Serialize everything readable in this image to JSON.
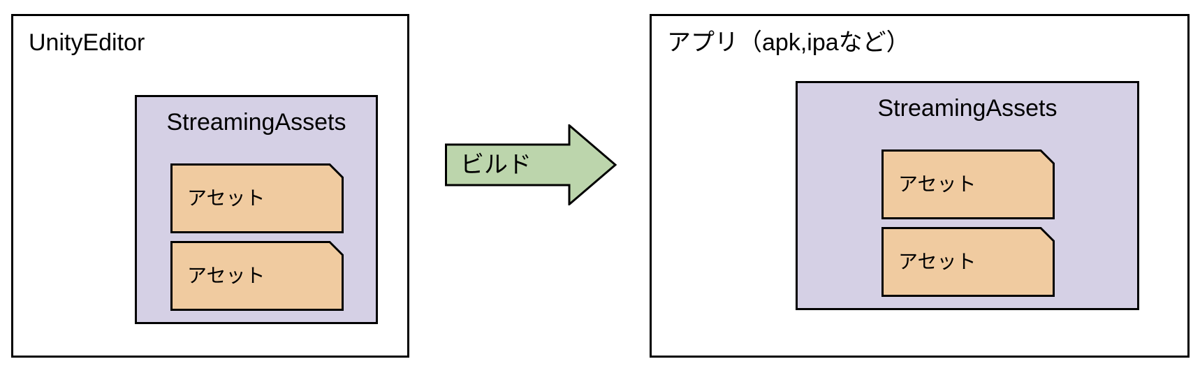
{
  "diagram": {
    "title_left": "UnityEditor",
    "title_right": "アプリ（apk,ipaなど）",
    "colors": {
      "folder_fill": "#D5D0E5",
      "asset_fill": "#F0CBA0",
      "arrow_fill": "#BCD5AC",
      "stroke": "#000000",
      "background": "#FFFFFF"
    },
    "panels": [
      {
        "name": "unity-editor",
        "title": "UnityEditor",
        "folder": {
          "label": "StreamingAssets",
          "assets": [
            {
              "label": "アセット"
            },
            {
              "label": "アセット"
            }
          ]
        }
      },
      {
        "name": "built-application",
        "title": "アプリ（apk,ipaなど）",
        "folder": {
          "label": "StreamingAssets",
          "assets": [
            {
              "label": "アセット"
            },
            {
              "label": "アセット"
            }
          ]
        }
      }
    ],
    "arrow": {
      "label": "ビルド",
      "direction": "right"
    }
  }
}
